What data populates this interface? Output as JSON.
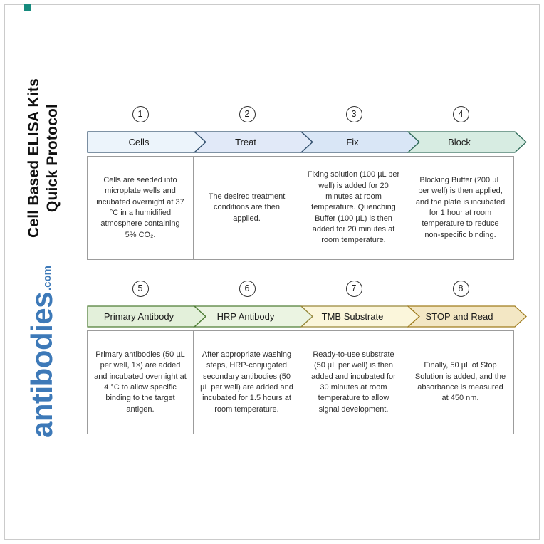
{
  "branding": {
    "title_line1": "Cell Based ELISA Kits",
    "title_line2": "Quick Protocol",
    "logo_name": "antibodies",
    "logo_tld": ".com",
    "logo_color": "#3d79b8",
    "corner_color": "#168a7d"
  },
  "steps": [
    {
      "number": "1",
      "title": "Cells",
      "fill": "#ecf4fb",
      "stroke": "#32506e",
      "description": "Cells are seeded into microplate wells and incubated overnight at 37 °C in a humidified atmosphere containing 5% CO₂."
    },
    {
      "number": "2",
      "title": "Treat",
      "fill": "#e1e9f8",
      "stroke": "#32506e",
      "description": "The desired treatment conditions are then applied."
    },
    {
      "number": "3",
      "title": "Fix",
      "fill": "#d9e6f6",
      "stroke": "#32506e",
      "description": "Fixing solution (100 µL per well) is added for 20 minutes at room temperature. Quenching Buffer (100 µL) is then added for 20 minutes at room temperature."
    },
    {
      "number": "4",
      "title": "Block",
      "fill": "#d7ece2",
      "stroke": "#2e6b58",
      "description": "Blocking Buffer (200 µL per well) is then applied, and the plate is incubated for 1 hour at room temperature to reduce non-specific binding."
    },
    {
      "number": "5",
      "title": "Primary Antibody",
      "fill": "#e3f0da",
      "stroke": "#4f7d36",
      "description": "Primary antibodies (50 µL per well, 1×) are added and incubated overnight at 4 °C to allow specific binding to the target antigen."
    },
    {
      "number": "6",
      "title": "HRP Antibody",
      "fill": "#ebf4e2",
      "stroke": "#4f7d36",
      "description": "After appropriate washing steps, HRP-conjugated secondary antibodies (50 µL per well) are added and incubated for 1.5 hours at room temperature."
    },
    {
      "number": "7",
      "title": "TMB Substrate",
      "fill": "#fbf6db",
      "stroke": "#99883b",
      "description": "Ready-to-use substrate (50 µL per well) is then added and incubated for 30 minutes at room temperature to allow signal development."
    },
    {
      "number": "8",
      "title": "STOP and Read",
      "fill": "#f3e7c4",
      "stroke": "#a07d1f",
      "description": "Finally, 50 µL of Stop Solution is added, and the absorbance is measured at 450 nm."
    }
  ],
  "rows": [
    [
      0,
      1,
      2,
      3
    ],
    [
      4,
      5,
      6,
      7
    ]
  ]
}
